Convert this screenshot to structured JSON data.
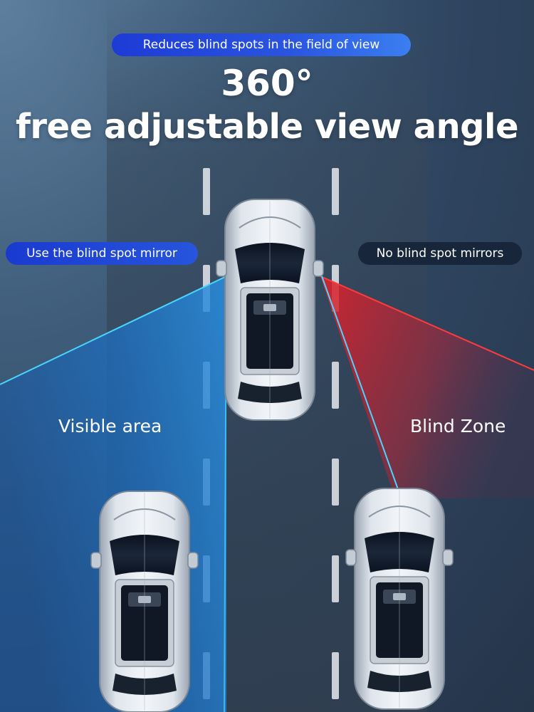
{
  "subtitle": "Reduces blind spots in the field of view",
  "headline": {
    "line1": "360°",
    "line2": "free adjustable view angle"
  },
  "left_badge": "Use the blind spot mirror",
  "right_badge": "No blind spot mirrors",
  "zones": {
    "visible": "Visible area",
    "blind": "Blind Zone"
  },
  "colors": {
    "pill_blue": "#1d3bd6",
    "pill_dark": "#17263a",
    "visible_zone": "#1e78c8",
    "blind_zone": "#c8232d",
    "road": "#37475b",
    "car_body": "#c9d1da"
  },
  "icons": [
    "car-top-view",
    "lane-marking"
  ]
}
